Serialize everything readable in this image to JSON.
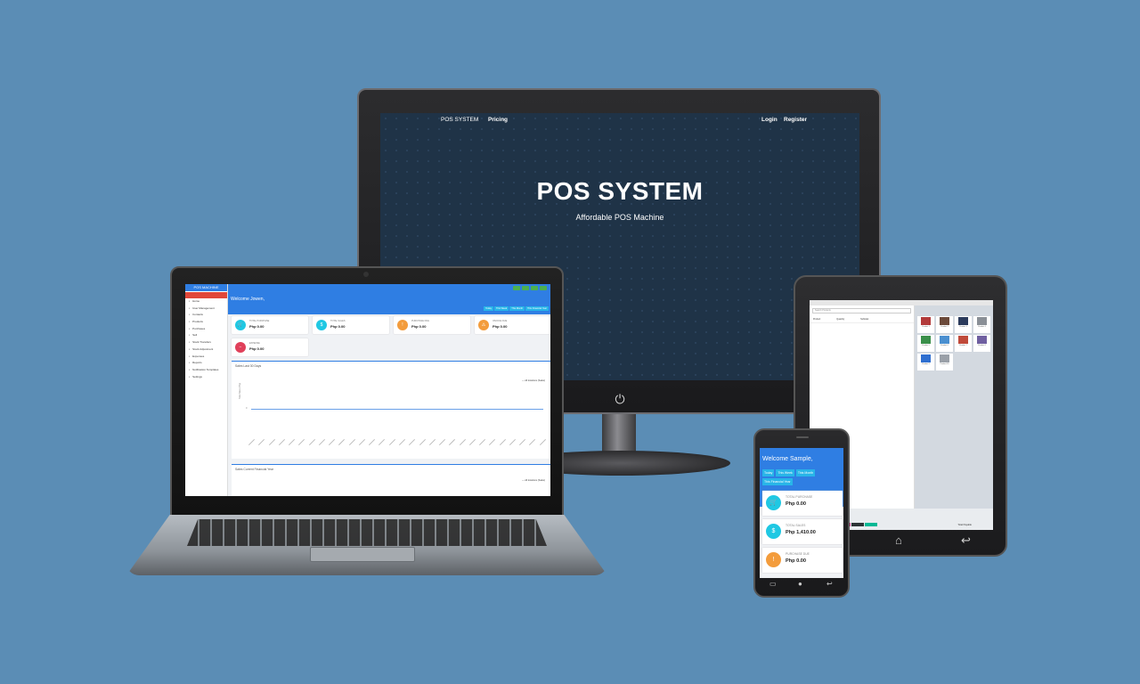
{
  "monitor": {
    "nav": {
      "brand": "POS SYSTEM",
      "pricing": "Pricing",
      "login": "Login",
      "register": "Register"
    },
    "hero": {
      "title": "POS SYSTEM",
      "subtitle": "Affordable POS Machine"
    }
  },
  "laptop": {
    "brand": "POS MACHINE",
    "welcome": "Welcome Jowen,",
    "sidebar": [
      "Home",
      "User Management",
      "Contacts",
      "Products",
      "Purchases",
      "Sell",
      "Stock Transfers",
      "Stock Adjustment",
      "Expenses",
      "Reports",
      "Notification Templates",
      "Settings"
    ],
    "date_range": [
      "Today",
      "This Week",
      "This Month",
      "This Financial Year"
    ],
    "cards": [
      {
        "label": "TOTAL PURCHASE",
        "value": "Php 0.00",
        "color": "#1fc8e3",
        "icon": "cart-icon"
      },
      {
        "label": "TOTAL SALES",
        "value": "Php 0.00",
        "color": "#1fc8e3",
        "icon": "bag-icon"
      },
      {
        "label": "PURCHASE DUE",
        "value": "Php 0.00",
        "color": "#f39c3c",
        "icon": "exclamation-icon"
      },
      {
        "label": "INVOICE DUE",
        "value": "Php 0.00",
        "color": "#f39c3c",
        "icon": "warning-icon"
      },
      {
        "label": "EXPENSE",
        "value": "Php 0.00",
        "color": "#e0405a",
        "icon": "minus-icon"
      }
    ],
    "chart_title": "Sales Last 30 Days",
    "chart_legend": "— All locations (Sales)",
    "chart_ylabel": "Total Sales (Php)",
    "chart_y0": "0",
    "panel2_title": "Sales Current Financial Year",
    "panel2_legend": "— All locations (Sales)"
  },
  "tablet": {
    "search_placeholder": "Search Products",
    "headers": [
      "Product",
      "Quantity",
      "Subtotal"
    ],
    "items": [
      "Product 1",
      "Product 2",
      "Product 3",
      "Product 4",
      "Product 5",
      "Product 6",
      "Product 7",
      "Product 8",
      "Product 9",
      "Product 10"
    ],
    "button_colors": [
      "#e0405a",
      "#6c5ce7",
      "#e84393",
      "#2d3436",
      "#00b894"
    ],
    "total_label": "Total Payable"
  },
  "phone": {
    "welcome": "Welcome Sample,",
    "date_range": [
      "Today",
      "This Week",
      "This Month",
      "This Financial Year"
    ],
    "cards": [
      {
        "label": "TOTAL PURCHASE",
        "value": "Php 0.00",
        "color": "#1fc8e3",
        "icon": "cart-icon"
      },
      {
        "label": "TOTAL SALES",
        "value": "Php 1,410.00",
        "color": "#1fc8e3",
        "icon": "bag-icon"
      },
      {
        "label": "PURCHASE DUE",
        "value": "Php 0.00",
        "color": "#f39c3c",
        "icon": "exclamation-icon"
      }
    ]
  }
}
